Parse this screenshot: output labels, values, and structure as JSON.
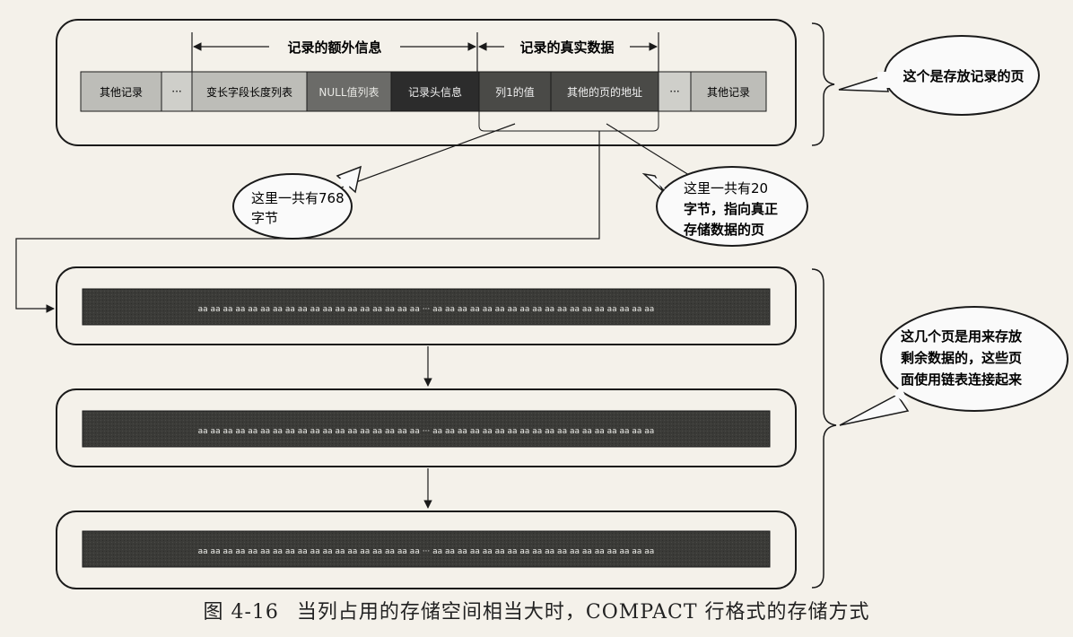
{
  "record_page": {
    "brackets": {
      "extra_info": "记录的额外信息",
      "real_data": "记录的真实数据"
    },
    "cells": [
      {
        "key": "other-record-left",
        "label": "其他记录",
        "tone": "light"
      },
      {
        "key": "ellipsis-left",
        "label": "···",
        "tone": "light"
      },
      {
        "key": "var-length-list",
        "label": "变长字段长度列表",
        "tone": "light"
      },
      {
        "key": "null-list",
        "label": "NULL值列表",
        "tone": "mid"
      },
      {
        "key": "record-header",
        "label": "记录头信息",
        "tone": "dark"
      },
      {
        "key": "column1-value",
        "label": "列1的值",
        "tone": "data"
      },
      {
        "key": "other-page-address",
        "label": "其他的页的地址",
        "tone": "data"
      },
      {
        "key": "ellipsis-right",
        "label": "···",
        "tone": "light"
      },
      {
        "key": "other-record-right",
        "label": "其他记录",
        "tone": "light"
      }
    ]
  },
  "callouts": {
    "record_page_note": "这个是存放记录的页",
    "bytes_768": [
      "这里一共有768",
      "字节"
    ],
    "bytes_20": [
      "这里一共有20",
      "字节，指向真正",
      "存储数据的页"
    ],
    "overflow_pages_note": [
      "这几个页是用来存放",
      "剩余数据的，这些页",
      "面使用链表连接起来"
    ]
  },
  "overflow_pages": [
    {
      "data_text": "aa aa aa aa aa aa aa aa aa aa aa aa aa aa aa aa aa aa ··· aa aa aa aa aa aa aa aa aa aa aa aa aa aa aa aa aa aa"
    },
    {
      "data_text": "aa aa aa aa aa aa aa aa aa aa aa aa aa aa aa aa aa aa ··· aa aa aa aa aa aa aa aa aa aa aa aa aa aa aa aa aa aa"
    },
    {
      "data_text": "aa aa aa aa aa aa aa aa aa aa aa aa aa aa aa aa aa aa ··· aa aa aa aa aa aa aa aa aa aa aa aa aa aa aa aa aa aa"
    }
  ],
  "caption": {
    "figure_no": "图 4-16",
    "text": "当列占用的存储空间相当大时，COMPACT 行格式的存储方式"
  },
  "colors": {
    "light_cell": "#bdbdb8",
    "mid_cell": "#6b6b68",
    "dark_cell": "#2c2c2c",
    "data_cell": "#4a4a47",
    "overflow_bar": "#3b3b38",
    "ink": "#1a1a1a"
  }
}
